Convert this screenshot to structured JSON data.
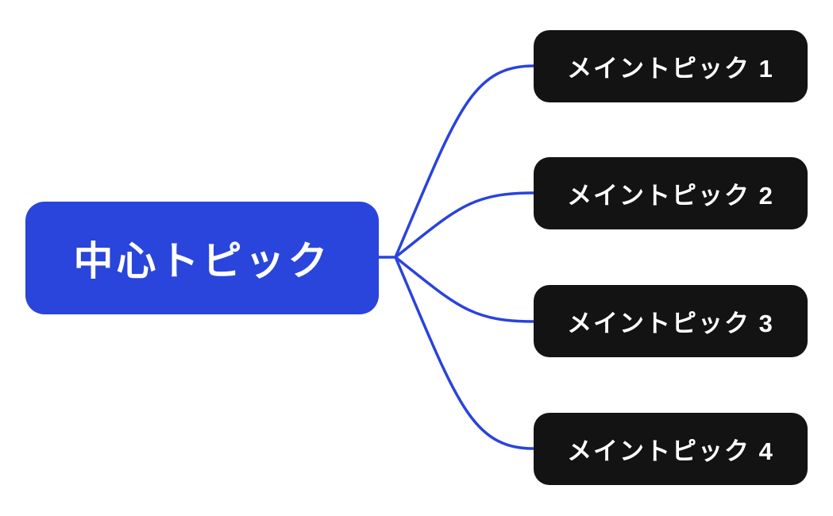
{
  "diagram": {
    "type": "mindmap",
    "background_color": "#ffffff",
    "connector_color": "#2a43dc",
    "central": {
      "label": "中心トピック",
      "fill_color": "#2945db",
      "text_color": "#ffffff"
    },
    "main_topics": [
      {
        "label": "メイントピック 1",
        "fill_color": "#131313",
        "text_color": "#ffffff"
      },
      {
        "label": "メイントピック 2",
        "fill_color": "#131313",
        "text_color": "#ffffff"
      },
      {
        "label": "メイントピック 3",
        "fill_color": "#131313",
        "text_color": "#ffffff"
      },
      {
        "label": "メイントピック 4",
        "fill_color": "#131313",
        "text_color": "#ffffff"
      }
    ]
  }
}
